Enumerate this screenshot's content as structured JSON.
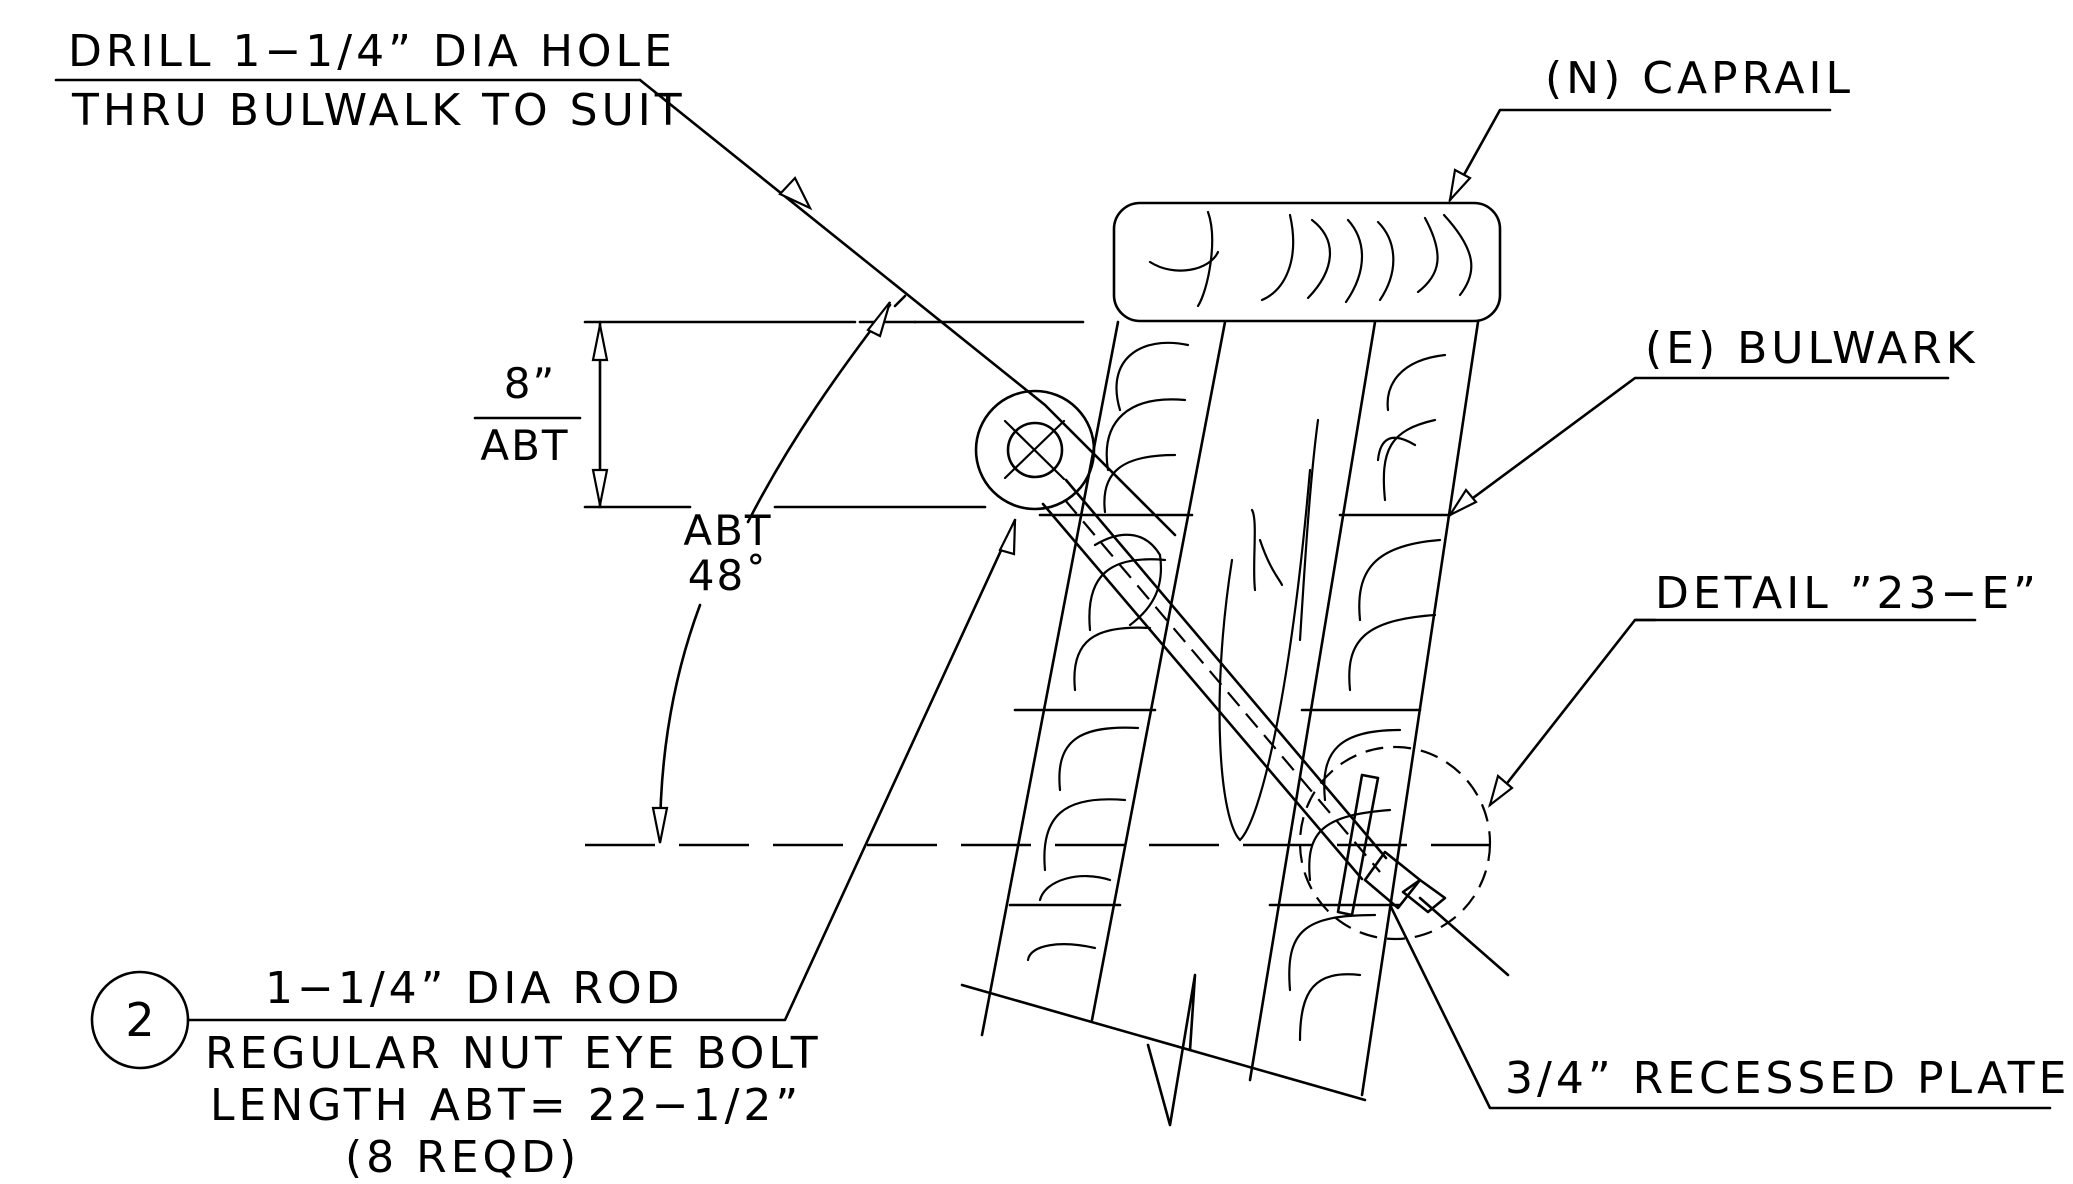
{
  "callouts": {
    "drill_line1": "DRILL 1−1/4” DIA HOLE",
    "drill_line2": "THRU BULWALK TO SUIT",
    "caprail": "(N) CAPRAIL",
    "bulwark": "(E) BULWARK",
    "detail": "DETAIL ”23−E”",
    "plate": "3/4” RECESSED PLATE"
  },
  "dimensions": {
    "offset_value": "8”",
    "offset_qualifier": "ABT",
    "angle_qualifier": "ABT",
    "angle_value": "48˚"
  },
  "item": {
    "number": "2",
    "line1": "1−1/4” DIA ROD",
    "line2": "REGULAR NUT EYE BOLT",
    "line3": "LENGTH ABT= 22−1/2”",
    "line4": "(8 REQD)"
  },
  "icons": {
    "arrowhead": "open-triangle-arrowhead"
  }
}
